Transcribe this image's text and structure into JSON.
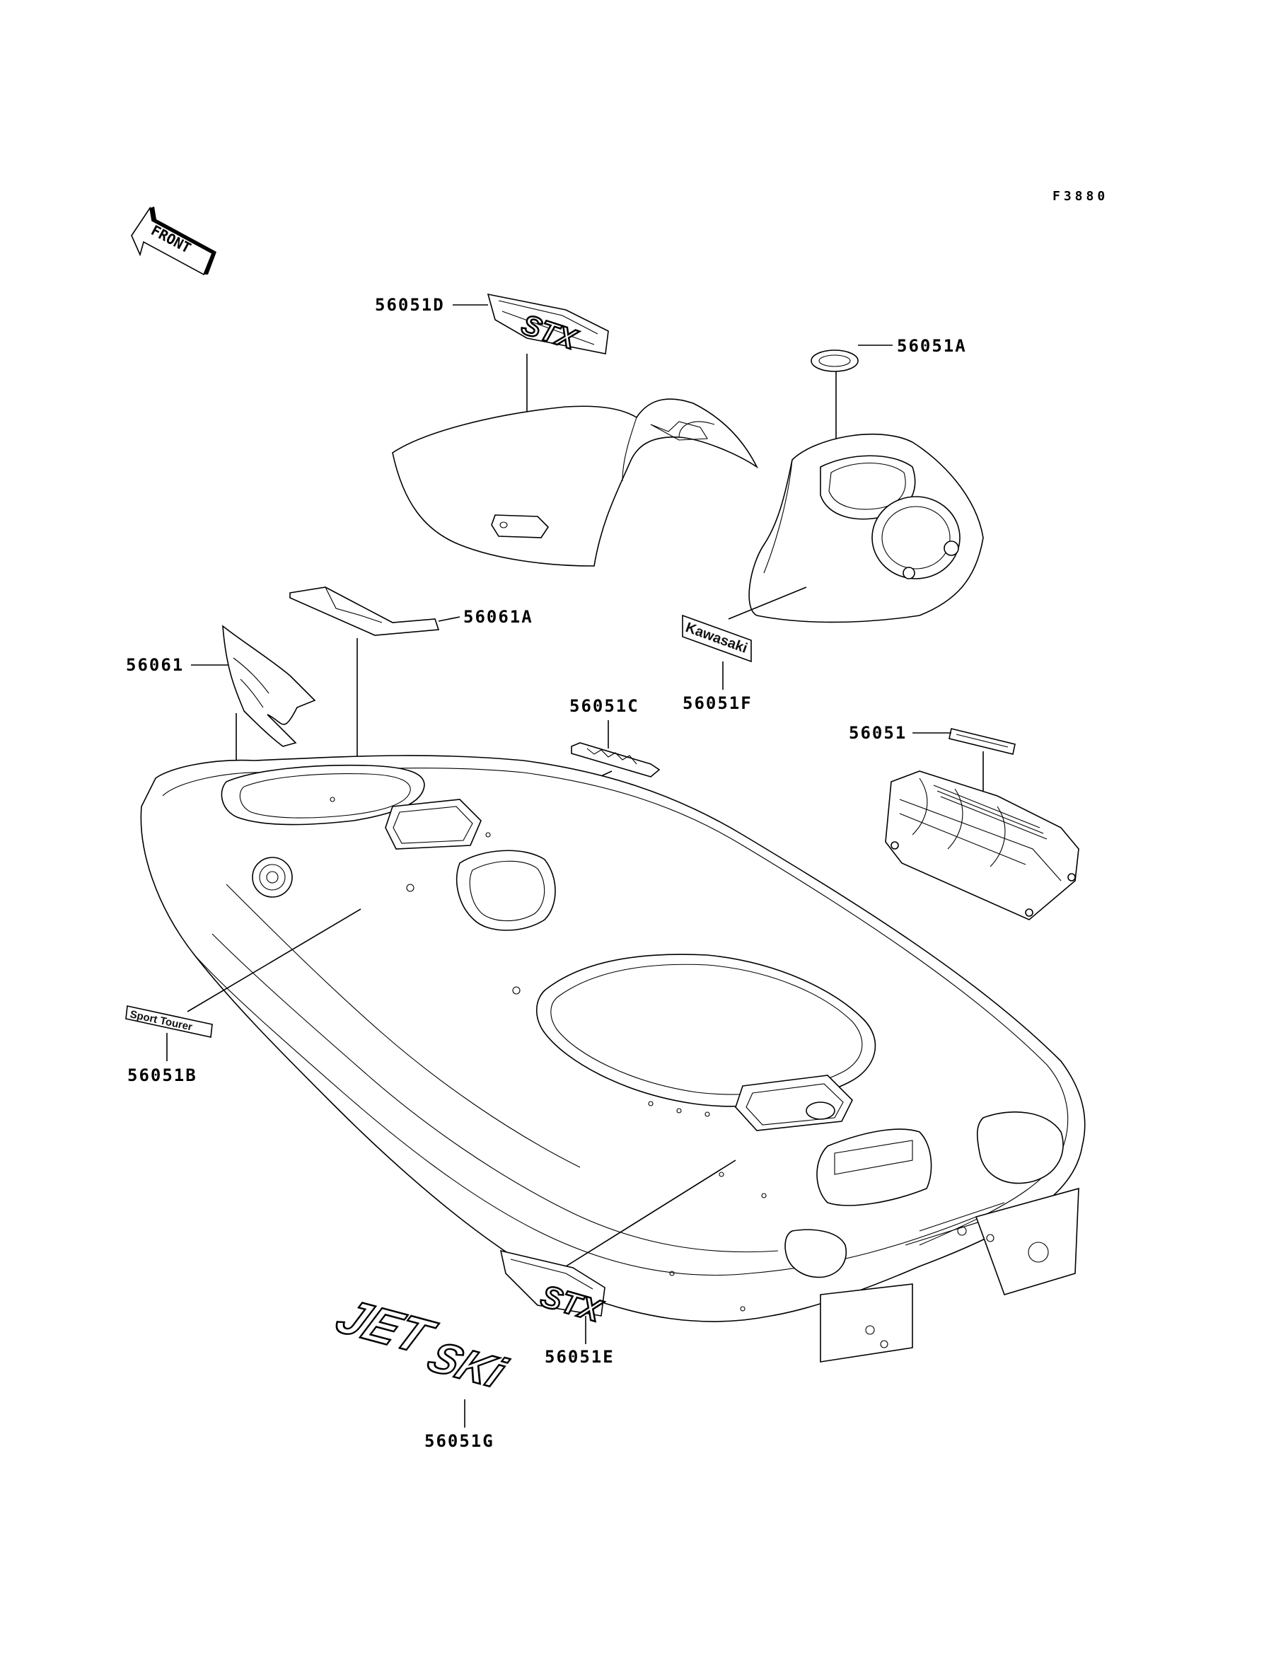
{
  "ref_code": "F3880",
  "front_arrow": "FRONT",
  "labels": {
    "p_56051D": "56051D",
    "p_56051A": "56051A",
    "p_56061A": "56061A",
    "p_56061": "56061",
    "p_56051C": "56051C",
    "p_56051F": "56051F",
    "p_56051": "56051",
    "p_56051B": "56051B",
    "p_56051E": "56051E",
    "p_56051G": "56051G"
  },
  "decals": {
    "kawasaki": "Kawasaki",
    "sport_tourer": "Sport Tourer",
    "stx": "STX",
    "jet": "JET",
    "ski": "SKi"
  }
}
